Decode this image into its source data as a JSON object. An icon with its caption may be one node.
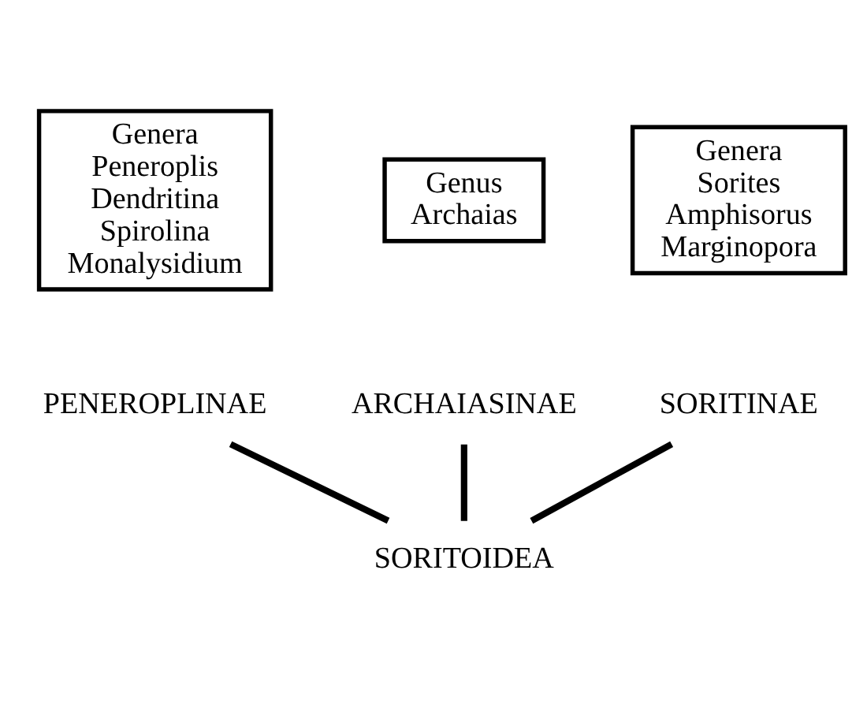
{
  "diagram": {
    "nodes": [
      {
        "text": [
          "Genera",
          "Peneroplis",
          "Dendritina",
          "Spirolina",
          "Monalysidium"
        ]
      },
      {
        "text": [
          "Genus",
          "Archaias"
        ]
      },
      {
        "text": [
          "Genera",
          "Sorites",
          "Amphisorus",
          "Marginopora"
        ]
      },
      {
        "text": [
          "PENEROPLINAE"
        ]
      },
      {
        "text": [
          "ARCHAIASINAE"
        ]
      },
      {
        "text": [
          "SORITINAE"
        ]
      },
      {
        "text": [
          "SORITOIDEA"
        ]
      }
    ],
    "edges": [
      {
        "from": 3,
        "to": 6,
        "arrow": "none"
      },
      {
        "from": 4,
        "to": 6,
        "arrow": "none"
      },
      {
        "from": 5,
        "to": 6,
        "arrow": "none"
      }
    ]
  }
}
